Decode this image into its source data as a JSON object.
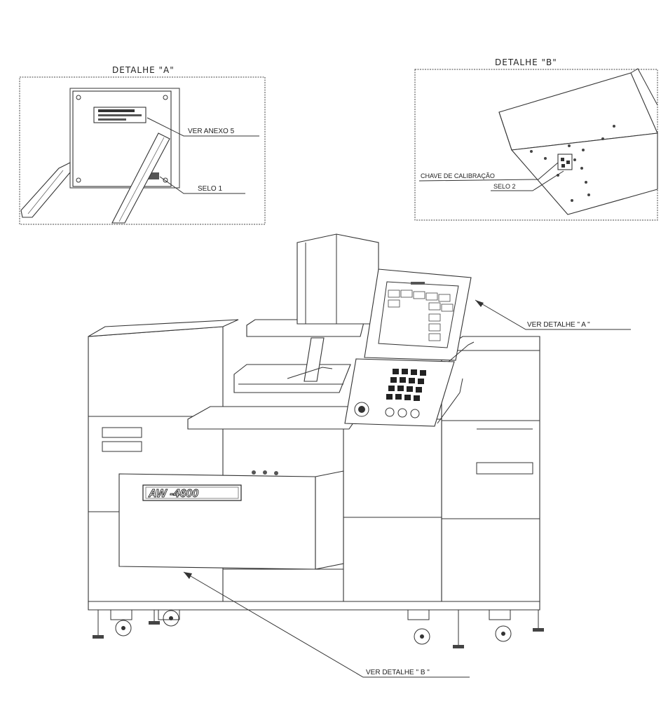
{
  "detail_a": {
    "title": "DETALHE \"A\"",
    "callout_annex": "VER ANEXO 5",
    "callout_seal": "SELO 1"
  },
  "detail_b": {
    "title": "DETALHE \"B\"",
    "callout_key": "CHAVE DE CALIBRAÇÃO",
    "callout_seal": "SELO 2"
  },
  "machine": {
    "model_plate": "AW -4600",
    "callout_detail_a": "VER DETALHE \" A \"",
    "callout_detail_b": "VER DETALHE \" B \""
  }
}
